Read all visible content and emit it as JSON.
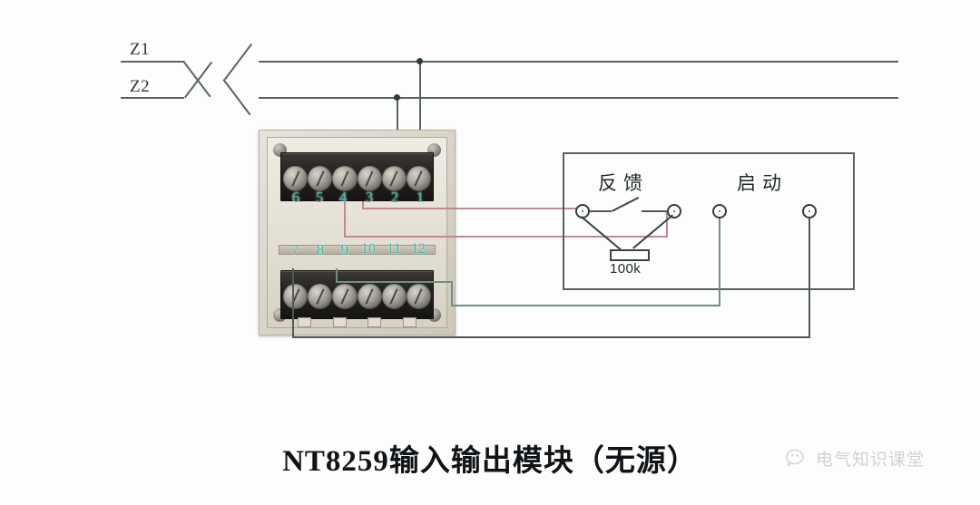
{
  "caption": "NT8259输入输出模块（无源）",
  "bus": {
    "line1_label": "Z1",
    "line2_label": "Z2"
  },
  "module": {
    "top_terminals": [
      "6",
      "5",
      "4",
      "3",
      "2",
      "1"
    ],
    "bottom_terminals": [
      "7",
      "8",
      "9",
      "10",
      "11",
      "12"
    ]
  },
  "panel": {
    "feedback_label": "反馈",
    "start_label": "启动",
    "resistor_label": "100k"
  },
  "watermark": {
    "icon": "wechat-icon",
    "text": "电气知识课堂"
  },
  "colors": {
    "wire_dark": "#5a6468",
    "wire_pink": "#c08a93",
    "wire_green": "#6f8f86",
    "terminal_number": "#39b7a3",
    "panel_border": "#55606a"
  }
}
